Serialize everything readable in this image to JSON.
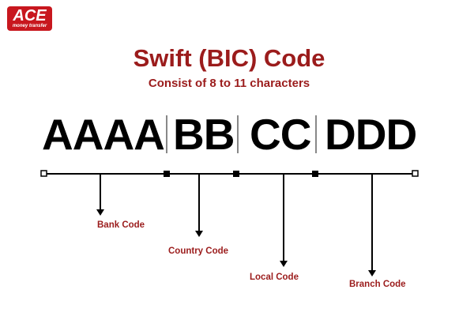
{
  "logo": {
    "brand": "ACE",
    "tagline": "money transfer"
  },
  "title": "Swift (BIC) Code",
  "subtitle": "Consist of 8 to 11 characters",
  "segments": [
    "AAAA",
    "BB",
    "CC",
    "DDD"
  ],
  "labels": [
    "Bank Code",
    "Country Code",
    "Local Code",
    "Branch Code"
  ],
  "colors": {
    "accent": "#9b1c1c",
    "logo": "#c8171e"
  }
}
